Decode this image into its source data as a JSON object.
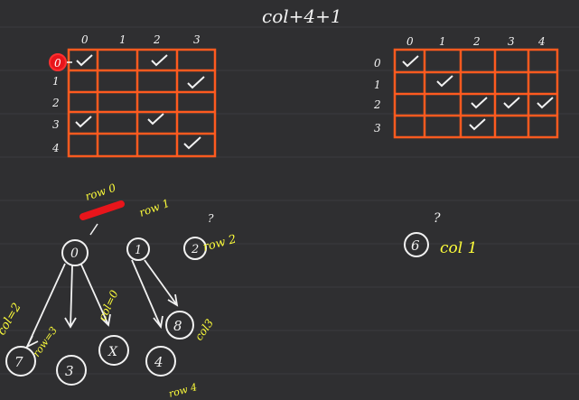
{
  "board": {
    "heading": "col+4+1",
    "background": "#2f2f31",
    "ink_white": "#f2f2f2",
    "ink_orange": "#ff5a1f",
    "ink_yellow": "#ffff3a",
    "ink_red": "#e8151b"
  },
  "grid_left": {
    "col_headers": [
      "0",
      "1",
      "2",
      "3"
    ],
    "row_headers": [
      "0",
      "1",
      "2",
      "3",
      "4"
    ],
    "checks": [
      [
        0,
        0
      ],
      [
        0,
        2
      ],
      [
        1,
        3
      ],
      [
        3,
        0
      ],
      [
        3,
        2
      ],
      [
        4,
        3
      ]
    ]
  },
  "grid_right": {
    "col_headers": [
      "0",
      "1",
      "2",
      "3",
      "4"
    ],
    "row_headers": [
      "0",
      "1",
      "2",
      "3"
    ],
    "checks": [
      [
        0,
        0
      ],
      [
        1,
        1
      ],
      [
        2,
        2
      ],
      [
        2,
        3
      ],
      [
        2,
        4
      ],
      [
        3,
        2
      ]
    ]
  },
  "tree": {
    "nodes": {
      "n0": "0",
      "n1": "1",
      "n2": "2",
      "n7": "7",
      "n3": "3",
      "nx": "X",
      "n4": "4",
      "n8": "8",
      "n6": "6"
    },
    "question_marks": {
      "q2": "?",
      "q6": "?"
    },
    "labels": {
      "row0": "row 0",
      "row1": "row 1",
      "row2": "row 2",
      "col2": "col=2",
      "row3": "row=3",
      "col0": "col=0",
      "col3": "col3",
      "row4": "row 4",
      "col1": "col 1"
    }
  }
}
